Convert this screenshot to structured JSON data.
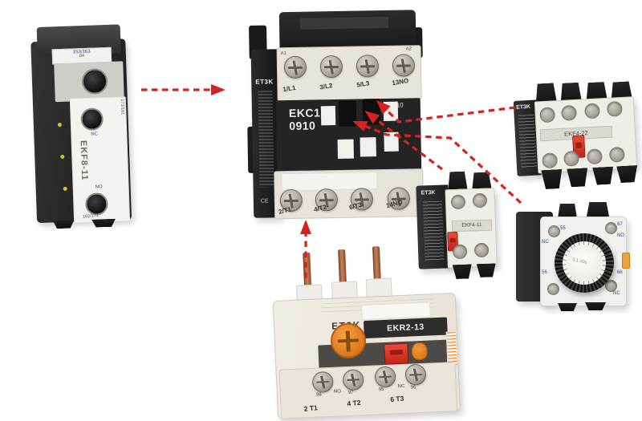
{
  "diagram": {
    "arrow_color": "#d6231f"
  },
  "left_aux": {
    "top_marking": "153/163",
    "top_marking2": "04",
    "side_marking": "172/161",
    "nc_label": "NC",
    "model": "EKF8-11",
    "no_label": "NO",
    "bottom_marking": "162/171"
  },
  "contactor": {
    "brand": "ET3K",
    "model_line1": "EKC1",
    "model_line2": "0910",
    "coil_left": "A1",
    "coil_right": "A2",
    "top_terminals": [
      "1/L1",
      "3/L2",
      "5/L3",
      "13NO"
    ],
    "bottom_terminals": [
      "2/T1",
      "4/T2",
      "6/T3",
      "14NO"
    ],
    "aux_marking": "10",
    "ce_mark": "CE"
  },
  "aux_block_4p": {
    "brand": "ET3K",
    "model": "EKF4-22"
  },
  "aux_block_2p": {
    "brand": "ET3K",
    "model": "EKF4-11"
  },
  "timer_block": {
    "corner_tl": "55",
    "corner_tr": "67",
    "corner_bl": "56",
    "corner_br": "68",
    "label_left": "NC",
    "label_right": "NO",
    "label_bottom_right": "NC",
    "dial_text": "0.1-30s"
  },
  "overload_relay": {
    "brand": "ET3K",
    "model": "EKR2-13",
    "aux_labels": [
      "98",
      "NO",
      "97",
      "95",
      "NC",
      "96"
    ],
    "main_terminals": [
      "2 T1",
      "4 T2",
      "6 T3"
    ]
  }
}
